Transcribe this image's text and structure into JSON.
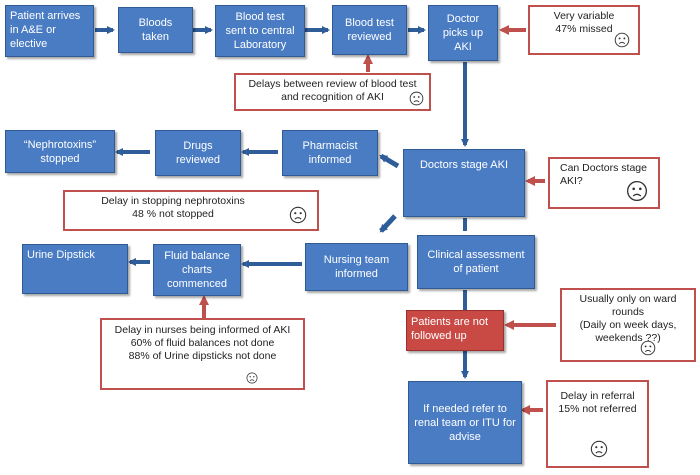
{
  "flow": {
    "patient_arrives": "Patient arrives\nin A&E or\nelective",
    "bloods_taken": "Bloods\ntaken",
    "blood_test_sent": "Blood test\nsent to central\nLaboratory",
    "blood_test_reviewed": "Blood test\nreviewed",
    "doctor_picks_up": "Doctor\npicks up\nAKI",
    "doctors_stage": "Doctors stage AKI",
    "pharmacist_informed": "Pharmacist\ninformed",
    "drugs_reviewed": "Drugs\nreviewed",
    "nephrotoxins_stopped": "“Nephrotoxins”\nstopped",
    "clinical_assessment": "Clinical assessment\nof patient",
    "nursing_team": "Nursing team\ninformed",
    "fluid_balance": "Fluid balance\ncharts\ncommenced",
    "urine_dipstick": "Urine Dipstick",
    "patients_not_followed": "Patients are not\nfollowed up",
    "refer_renal": "If needed refer to\nrenal team or ITU for\nadvise"
  },
  "notes": {
    "very_variable": "Very variable\n47% missed",
    "delays_review": "Delays between review of blood test\nand recognition of AKI",
    "can_doctors_stage": "Can Doctors stage\nAKI?",
    "delay_nephrotoxins": "Delay in stopping nephrotoxins\n48 % not stopped",
    "delay_nurses": "Delay in nurses being informed of AKI\n60% of fluid balances not done\n88% of Urine dipsticks not done",
    "ward_rounds": "Usually only on ward\nrounds\n(Daily on week days,\nweekends ??)",
    "delay_referral": "Delay in referral\n15% not referred"
  },
  "colors": {
    "box_fill": "#4a7cc4",
    "box_border": "#2f5a93",
    "alert_fill": "#c94a45",
    "note_border": "#c0504d",
    "arrow_blue": "#2e5d9a",
    "arrow_red": "#c0504d"
  },
  "icons": {
    "sad_face": "sad-face-icon"
  }
}
